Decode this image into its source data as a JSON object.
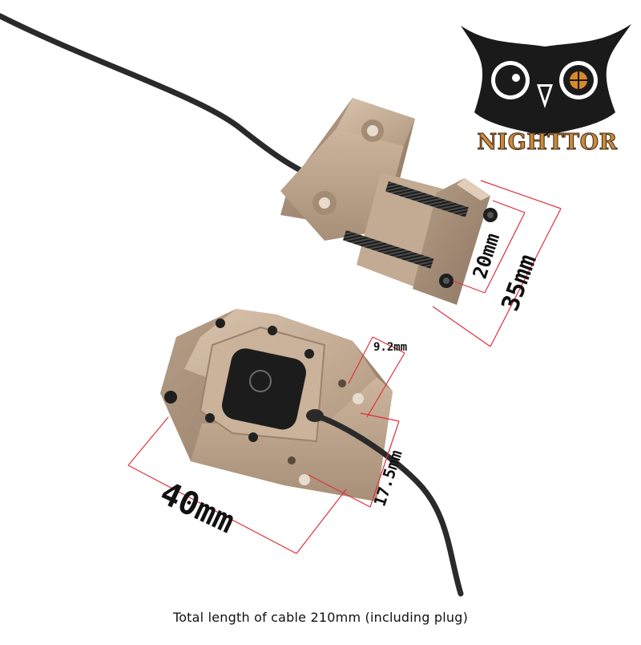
{
  "brand": {
    "name": "NIGHTTOR"
  },
  "dimensions": {
    "top_inner": "20mm",
    "top_outer": "35mm",
    "hole_offset": "9.2mm",
    "hole_spacing": "17.5mm",
    "width": "40mm"
  },
  "caption": "Total length of cable 210mm (including plug)",
  "colors": {
    "tan": "#b79a80",
    "dimension_line": "#e0303c",
    "brand_orange": "#c98a3c",
    "cable": "#2a2a2a"
  }
}
